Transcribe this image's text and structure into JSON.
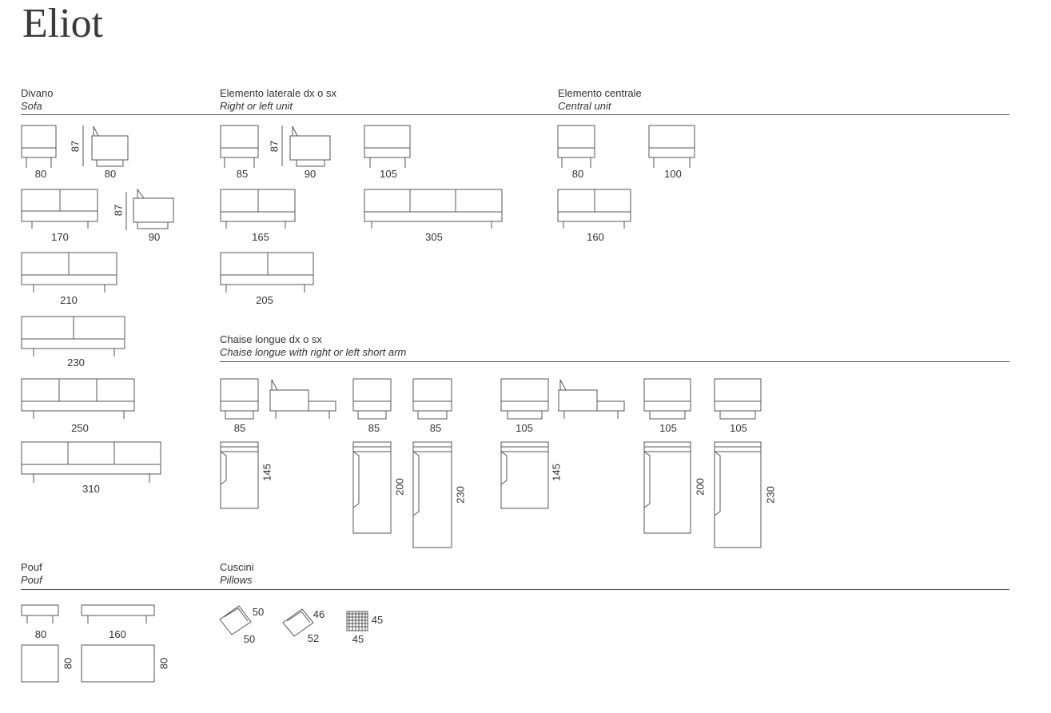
{
  "title": "Eliot",
  "sections": {
    "sofa": {
      "it": "Divano",
      "en": "Sofa"
    },
    "side_unit": {
      "it": "Elemento laterale dx o sx",
      "en": "Right or left unit"
    },
    "central": {
      "it": "Elemento centrale",
      "en": "Central unit"
    },
    "chaise": {
      "it": "Chaise longue dx o sx",
      "en": "Chaise longue with right or left short arm"
    },
    "pouf": {
      "it": "Pouf",
      "en": "Pouf"
    },
    "pillows": {
      "it": "Cuscini",
      "en": "Pillows"
    }
  },
  "dimensions": {
    "sofa": [
      "80",
      "80",
      "87",
      "170",
      "87",
      "90",
      "210",
      "230",
      "250",
      "310"
    ],
    "side": [
      "85",
      "87",
      "90",
      "105",
      "165",
      "305",
      "205"
    ],
    "central": [
      "80",
      "100",
      "160"
    ],
    "chaise_widths": [
      "85",
      "85",
      "85",
      "105",
      "105",
      "105"
    ],
    "chaise_lengths": [
      "145",
      "200",
      "230",
      "145",
      "200",
      "230"
    ],
    "pouf": [
      "80",
      "160",
      "80",
      "80"
    ],
    "pillows": [
      "50",
      "50",
      "46",
      "52",
      "45",
      "45"
    ]
  }
}
